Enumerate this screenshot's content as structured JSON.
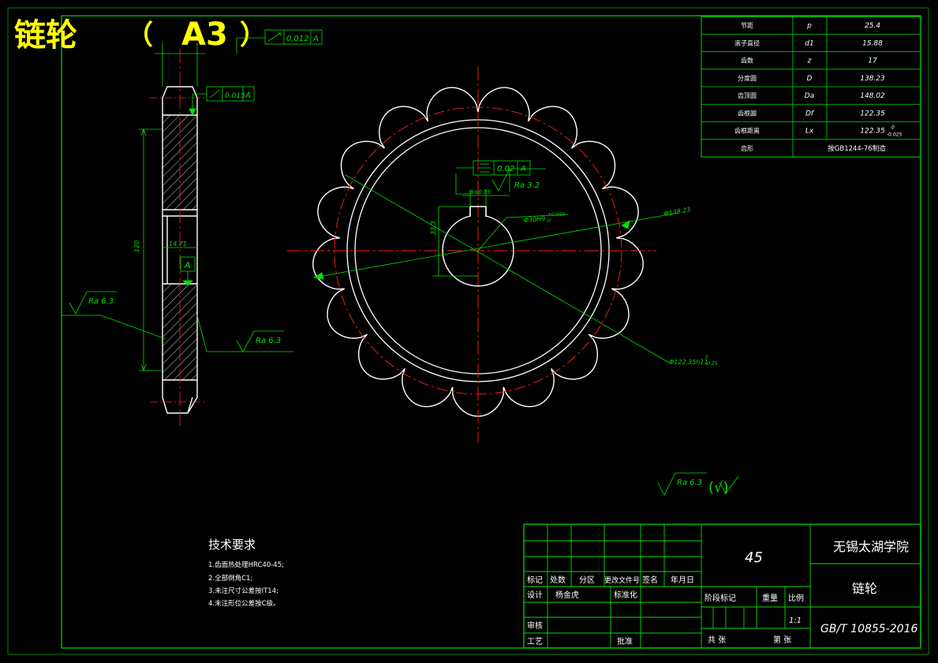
{
  "title": {
    "part": "链轮",
    "paren_open": "（",
    "size": "A3",
    "paren_close": "）"
  },
  "params": [
    {
      "name": "节距",
      "symbol": "p",
      "value": "25.4"
    },
    {
      "name": "滚子直径",
      "symbol": "d1",
      "value": "15.88"
    },
    {
      "name": "齿数",
      "symbol": "z",
      "value": "17"
    },
    {
      "name": "分度圆",
      "symbol": "D",
      "value": "138.23"
    },
    {
      "name": "齿顶圆",
      "symbol": "Da",
      "value": "148.02"
    },
    {
      "name": "齿根圆",
      "symbol": "Df",
      "value": "122.35"
    },
    {
      "name": "齿根距离",
      "symbol": "Lx",
      "value": "122.35",
      "tol_upper": "0",
      "tol_lower": "-0.025"
    },
    {
      "name": "齿形",
      "symbol": "",
      "value": "按GB1244-76制造"
    }
  ],
  "tolerances": {
    "runout_top": "0.012",
    "runout_side": "0.015",
    "symmetry": "0.02",
    "datum": "A"
  },
  "dimensions": {
    "keyway_width": "8±0.05",
    "bore": "Φ30H9",
    "bore_tol_upper": "+0.039",
    "bore_tol_lower": "0",
    "keyway_depth": "33.3",
    "pitch_dia": "Φ138.23",
    "root_dia": "Φ122.35h11",
    "root_tol_upper": "0",
    "root_tol_lower": "-0.25",
    "hub_width": "14.71",
    "height": "120"
  },
  "roughness": {
    "main": "Ra 3.2",
    "left": "Ra 6.3",
    "side": "Ra 6.3",
    "general": "Ra 6.3",
    "general_suffix": "(√)"
  },
  "tech_notes": {
    "heading": "技术要求",
    "items": [
      "1.齿面热处理HRC40-45;",
      "2.全部倒角C1;",
      "3.未注尺寸公差按IT14;",
      "4.未注形位公差按C级。"
    ]
  },
  "title_block": {
    "material": "45",
    "school": "无锡太湖学院",
    "part_name": "链轮",
    "drawing_no": "GB/T 10855-2016",
    "scale": "1:1",
    "designer": "杨金虎",
    "labels": {
      "mark": "标记",
      "count": "处数",
      "zone": "分区",
      "change_doc": "更改文件号",
      "sign": "签名",
      "date": "年月日",
      "design": "设计",
      "standardize": "标准化",
      "review": "审核",
      "process": "工艺",
      "approve": "批准",
      "stage_mark": "阶段标记",
      "weight": "重量",
      "ratio": "比例",
      "total": "共 张",
      "sheet": "第 张"
    }
  },
  "colors": {
    "line": "#ffffff",
    "dim": "#00e000",
    "center": "#ff2020",
    "text_yellow": "#ffff00",
    "border": "#00e000"
  }
}
